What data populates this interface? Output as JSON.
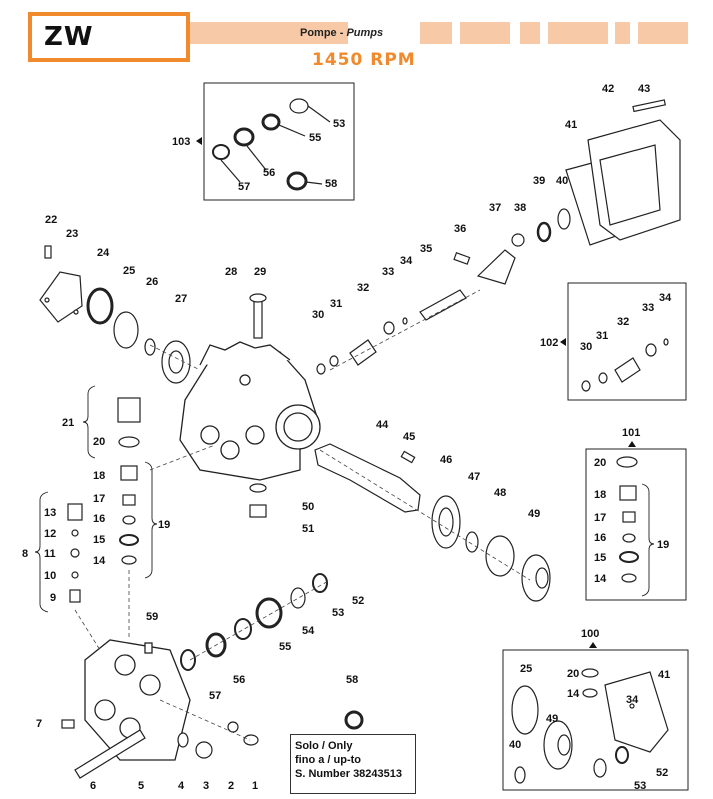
{
  "header": {
    "model": "ZW",
    "title_main": "Pompe - ",
    "title_italic": "Pumps",
    "rpm": "1450 RPM"
  },
  "note": {
    "line1": "Solo / Only",
    "line2": "fino a / up-to",
    "line3": "S. Number 38243513"
  },
  "labels": {
    "p1": "1",
    "p2": "2",
    "p3": "3",
    "p4": "4",
    "p5": "5",
    "p6": "6",
    "p7": "7",
    "p8": "8",
    "p9": "9",
    "p10": "10",
    "p11": "11",
    "p12": "12",
    "p13": "13",
    "p14": "14",
    "p15": "15",
    "p16": "16",
    "p17": "17",
    "p18": "18",
    "p19": "19",
    "p20": "20",
    "p21": "21",
    "p22": "22",
    "p23": "23",
    "p24": "24",
    "p25": "25",
    "p26": "26",
    "p27": "27",
    "p28": "28",
    "p29": "29",
    "p30": "30",
    "p31": "31",
    "p32": "32",
    "p33": "33",
    "p34": "34",
    "p35": "35",
    "p36": "36",
    "p37": "37",
    "p38": "38",
    "p39": "39",
    "p40": "40",
    "p41": "41",
    "p42": "42",
    "p43": "43",
    "p44": "44",
    "p45": "45",
    "p46": "46",
    "p47": "47",
    "p48": "48",
    "p49": "49",
    "p50": "50",
    "p51": "51",
    "p52": "52",
    "p53": "53",
    "p54": "54",
    "p55": "55",
    "p56": "56",
    "p57": "57",
    "p58": "58",
    "p59": "59",
    "k100": "100",
    "k101": "101",
    "k102": "102",
    "k103": "103"
  },
  "colors": {
    "accent": "#f08a2c",
    "band": "#f7c9a6",
    "line": "#222222"
  }
}
